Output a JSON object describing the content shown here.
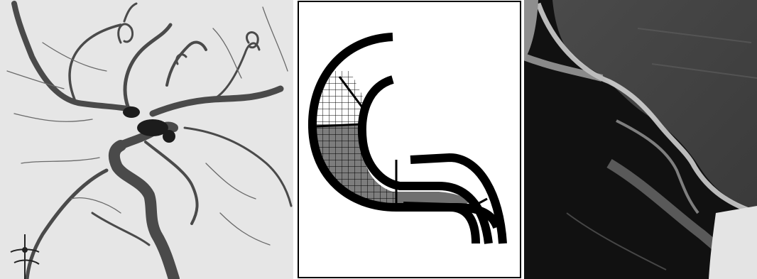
{
  "figure": {
    "panels": [
      {
        "id": "left",
        "kind": "angiogram-photo"
      },
      {
        "id": "middle",
        "kind": "schematic-diagram"
      },
      {
        "id": "right",
        "kind": "xray-photo"
      }
    ]
  },
  "colors": {
    "background": "#ffffff",
    "angio_bg": "#e6e6e6",
    "vessel": "#4a4a4a",
    "vessel_dark": "#1c1c1c",
    "diagram_stroke": "#000000",
    "diagram_fill_dark": "#6f6f6f",
    "diagram_hatch_bg": "#7d7d7d",
    "xray_dark": "#111111",
    "xray_mid": "#5c5c5c",
    "xray_light": "#d9d9d9"
  }
}
